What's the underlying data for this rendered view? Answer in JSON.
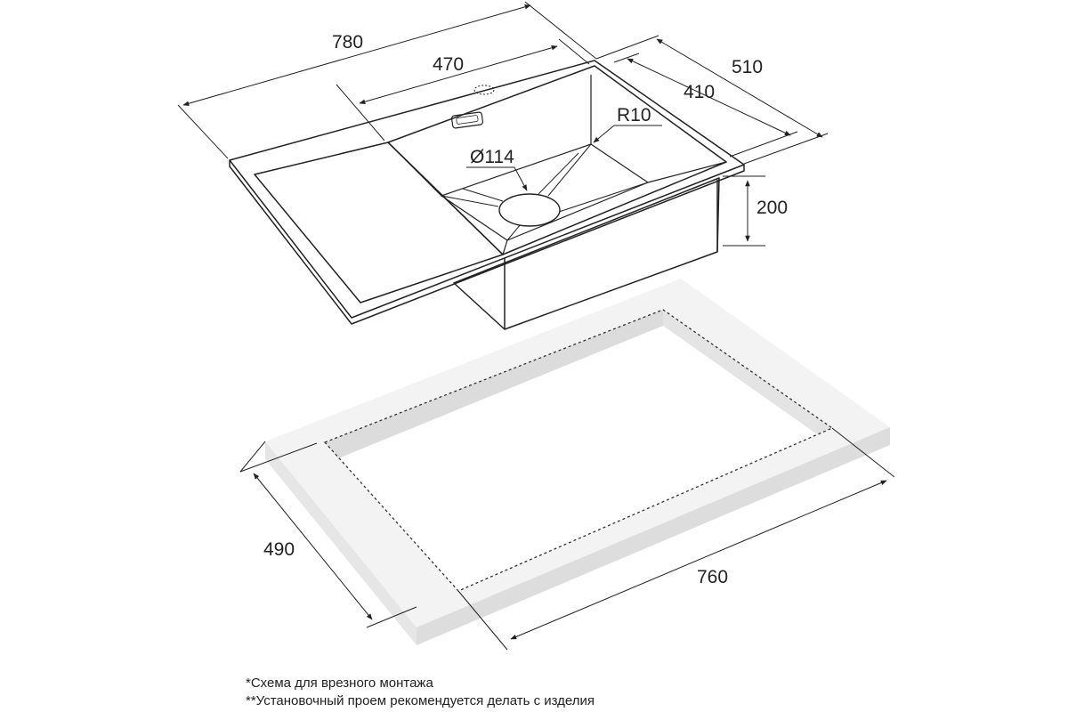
{
  "dimensions": {
    "overall_length": "780",
    "bowl_length": "470",
    "overall_width": "510",
    "bowl_width": "410",
    "corner_radius": "R10",
    "drain_diameter": "Ø114",
    "bowl_depth": "200",
    "cutout_width": "490",
    "cutout_length": "760"
  },
  "notes": {
    "line1": "*Схема для врезного монтажа",
    "line2": "**Установочный проем рекомендуется делать с изделия"
  },
  "colors": {
    "line": "#222222",
    "countertop_top": "#f3f3f3",
    "countertop_side": "#e2e2e2",
    "countertop_inner": "#d9d9d9"
  }
}
